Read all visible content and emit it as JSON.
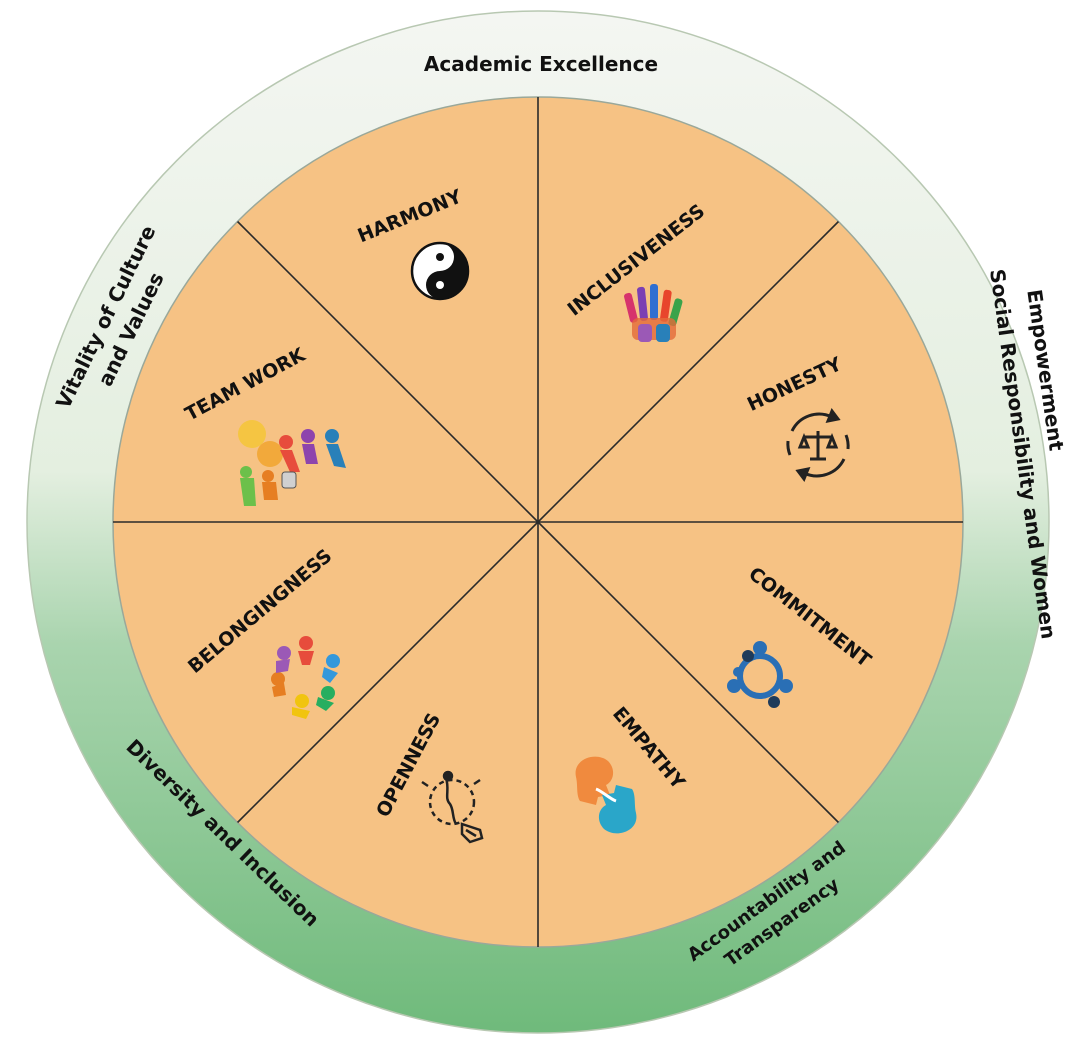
{
  "colors": {
    "sector_fill": "#f6c284",
    "ring_top": "#f2f5ef",
    "ring_bottom": "#7cbf85",
    "divider": "#2a2a2a",
    "text": "#111111"
  },
  "values": [
    {
      "label": "HARMONY",
      "icon": "yin-yang-icon"
    },
    {
      "label": "INCLUSIVENESS",
      "icon": "colorful-hands-icon"
    },
    {
      "label": "HONESTY",
      "icon": "balance-scale-cycle-icon"
    },
    {
      "label": "COMMITMENT",
      "icon": "people-circle-icon"
    },
    {
      "label": "EMPATHY",
      "icon": "two-heads-icon"
    },
    {
      "label": "OPENNESS",
      "icon": "lightbulb-head-icon"
    },
    {
      "label": "BELONGINGNESS",
      "icon": "people-ring-icon"
    },
    {
      "label": "TEAM WORK",
      "icon": "team-people-icon"
    }
  ],
  "ring_labels": {
    "academic_excellence": "Academic Excellence",
    "social_line1": "Social Responsibility and Women",
    "social_line2": "Empowerment",
    "accountability_line1": "Accountability and",
    "accountability_line2": "Transparency",
    "diversity": "Diversity and Inclusion",
    "vitality_line1": "Vitality of Culture",
    "vitality_line2": "and Values"
  }
}
